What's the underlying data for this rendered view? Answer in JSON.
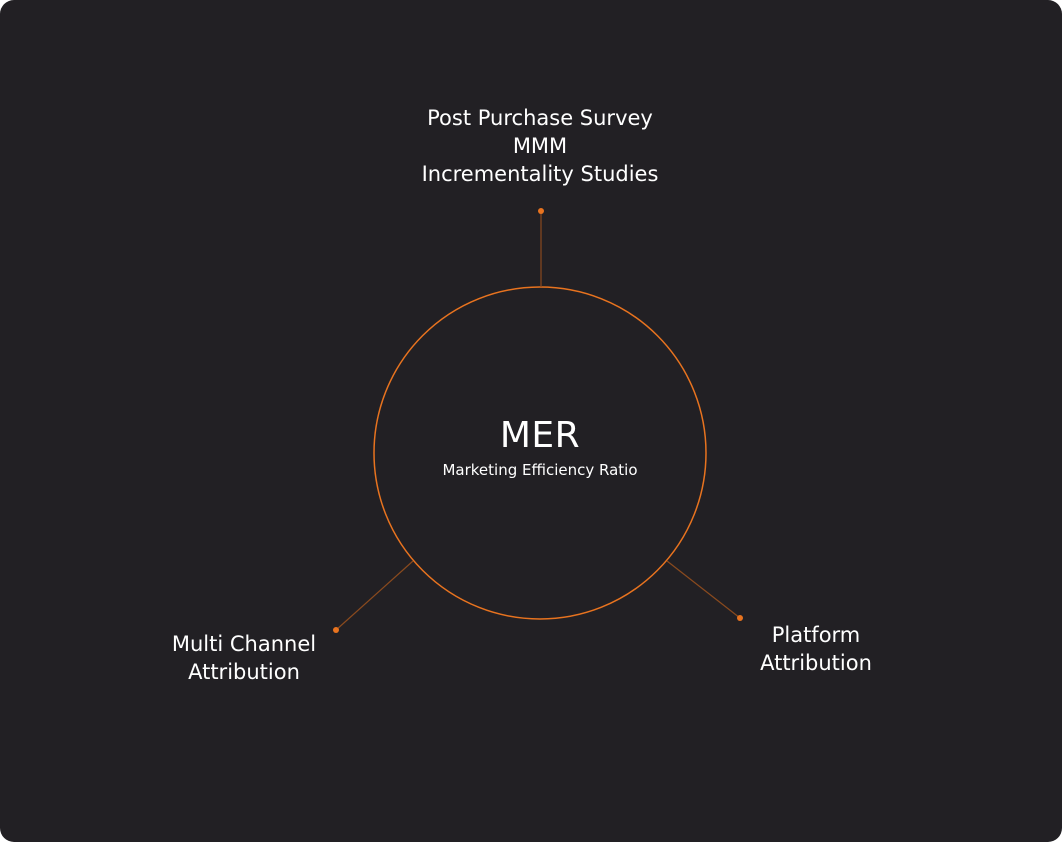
{
  "diagram": {
    "center": {
      "title": "MER",
      "subtitle": "Marketing Efficiency Ratio"
    },
    "nodes": {
      "top": [
        "Post Purchase Survey",
        "MMM",
        "Incrementality Studies"
      ],
      "left": [
        "Multi Channel",
        "Attribution"
      ],
      "right": [
        "Platform",
        "Attribution"
      ]
    },
    "colors": {
      "background": "#222024",
      "accent": "#E8731F",
      "text": "#ffffff"
    }
  }
}
